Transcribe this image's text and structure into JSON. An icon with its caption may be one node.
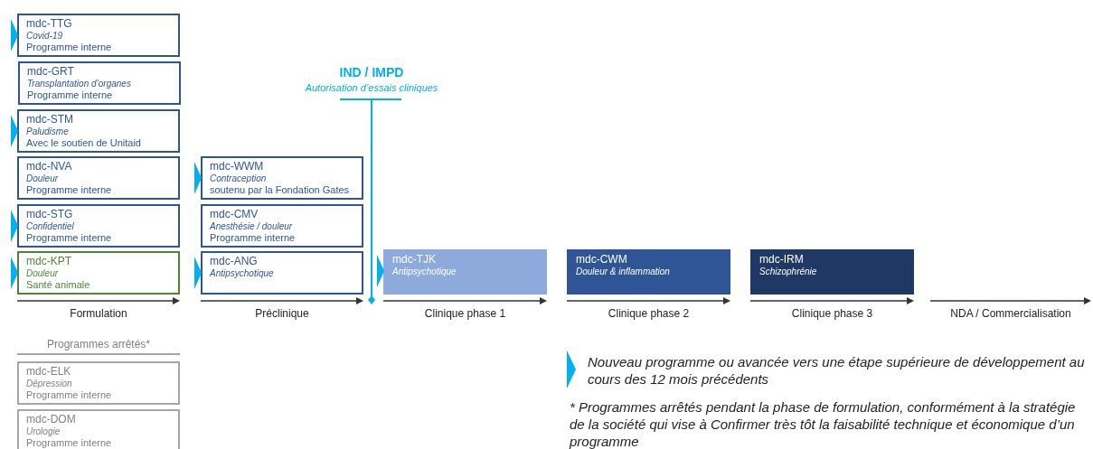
{
  "diagram": {
    "nodes": [
      {
        "text": [
          "mdc-TTG",
          "Covid-19",
          "Programme interne"
        ]
      },
      {
        "text": [
          "mdc-GRT",
          "Transplantation d’organes",
          "Programme interne"
        ]
      },
      {
        "text": [
          "mdc-STM",
          "Paludisme",
          "Avec le soutien de Unitaid"
        ]
      },
      {
        "text": [
          "mdc-NVA",
          "Douleur",
          "Programme interne"
        ]
      },
      {
        "text": [
          "mdc-STG",
          "Confidentiel",
          "Programme interne"
        ]
      },
      {
        "text": [
          "mdc-KPT",
          "Douleur",
          "Santé animale"
        ]
      },
      {
        "text": [
          "mdc-WWM",
          "Contraception",
          "soutenu par la Fondation Gates"
        ]
      },
      {
        "text": [
          "mdc-CMV",
          "Anesthésie / douleur",
          "Programme interne"
        ]
      },
      {
        "text": [
          "mdc-ANG",
          "Antipsychotique"
        ]
      },
      {
        "text": [
          "mdc-TJK",
          "Antipsychotique"
        ]
      },
      {
        "text": [
          "mdc-CWM",
          "Douleur & inflammation"
        ]
      },
      {
        "text": [
          "mdc-IRM",
          "Schizophrénie"
        ]
      },
      {
        "text": [
          "mdc-ELK",
          "Dépression",
          "Programme interne"
        ]
      },
      {
        "text": [
          "mdc-DOM",
          "Urologie",
          "Programme interne"
        ]
      }
    ],
    "labels": [
      "IND / IMPD",
      "Autorisation d’essais cliniques",
      "Formulation",
      "Préclinique",
      "Clinique phase 1",
      "Clinique phase 2",
      "Clinique phase 3",
      "NDA / Commercialisation",
      "Programmes arrêtés*",
      "* Programmes arrêtés pendant la phase de formulation, conformément à la stratégie de la société qui vise à Confirmer très tôt la faisabilité technique et économique d’un programme"
    ],
    "legend": [
      {
        "text": "Nouveau programme ou avancée vers une étape supérieure de développement au cours des 12 mois précédents"
      }
    ]
  }
}
